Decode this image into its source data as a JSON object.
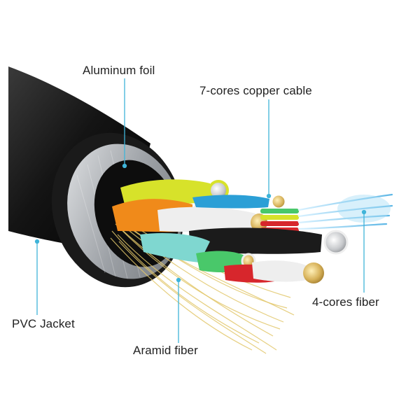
{
  "labels": {
    "aluminum_foil": "Aluminum foil",
    "copper_cable": "7-cores copper cable",
    "pvc_jacket": "PVC Jacket",
    "aramid_fiber": "Aramid fiber",
    "fiber_cores": "4-cores fiber"
  },
  "colors": {
    "jacket": "#141414",
    "foil": "#b9bcc0",
    "leader_line": "#3fb4d9",
    "copper_strand": "#d7b25a",
    "aramid": "#e2c76a",
    "optical_fiber": "#a9def7",
    "core_yellow": "#d7e22a",
    "core_orange": "#f08a1a",
    "core_white": "#eeeeee",
    "core_teal": "#7fd7d0",
    "core_green": "#49c86a",
    "core_black": "#1b1b1b",
    "core_red": "#d7262c",
    "core_blue": "#2b9fd6"
  },
  "icons": [
    "cable-cross-section-illustration"
  ]
}
